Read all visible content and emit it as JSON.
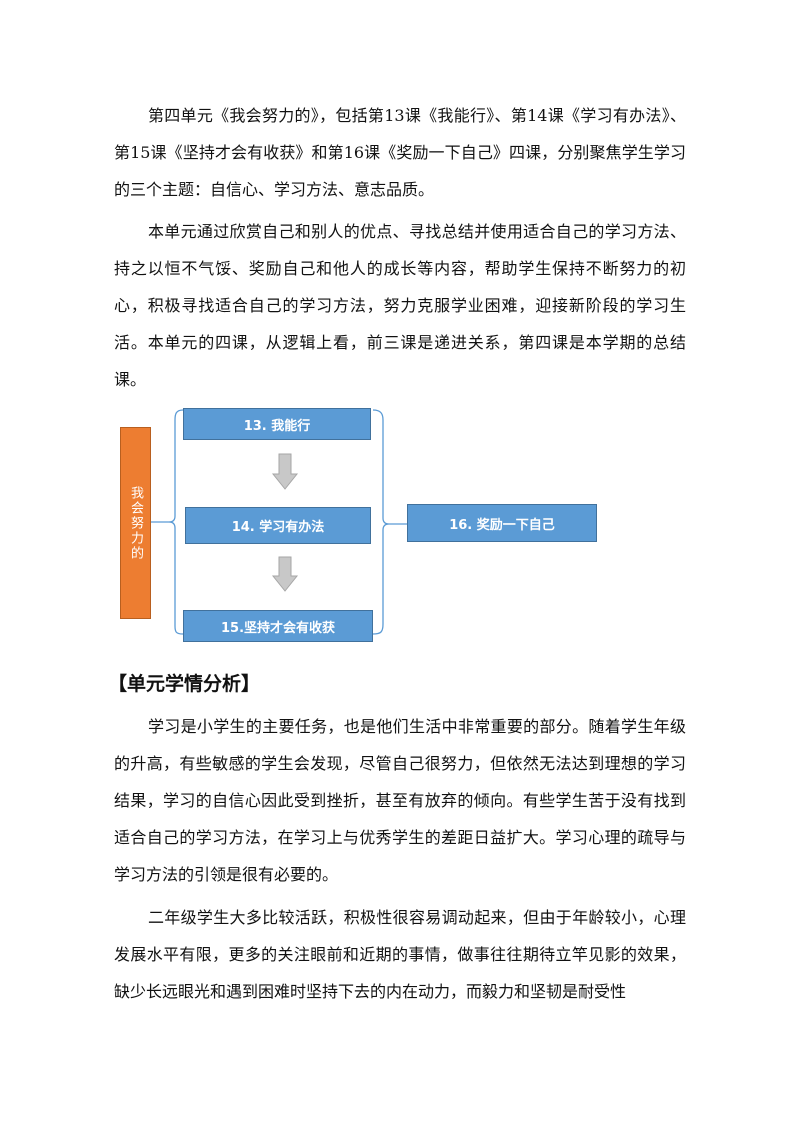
{
  "paragraphs": {
    "p1": "第四单元《我会努力的》，包括第13课《我能行》、第14课《学习有办法》、第15课《坚持才会有收获》和第16课《奖励一下自己》四课，分别聚焦学生学习的三个主题：自信心、学习方法、意志品质。",
    "p2": "本单元通过欣赏自己和别人的优点、寻找总结并使用适合自己的学习方法、持之以恒不气馁、奖励自己和他人的成长等内容，帮助学生保持不断努力的初心，积极寻找适合自己的学习方法，努力克服学业困难，迎接新阶段的学习生活。本单元的四课，从逻辑上看，前三课是递进关系，第四课是本学期的总结课。",
    "p3": "学习是小学生的主要任务，也是他们生活中非常重要的部分。随着学生年级的升高，有些敏感的学生会发现，尽管自己很努力，但依然无法达到理想的学习结果，学习的自信心因此受到挫折，甚至有放弃的倾向。有些学生苦于没有找到适合自己的学习方法，在学习上与优秀学生的差距日益扩大。学习心理的疏导与学习方法的引领是很有必要的。",
    "p4": "二年级学生大多比较活跃，积极性很容易调动起来，但由于年龄较小，心理发展水平有限，更多的关注眼前和近期的事情，做事往往期待立竿见影的效果，缺少长远眼光和遇到困难时坚持下去的内在动力，而毅力和坚韧是耐受性"
  },
  "diagram": {
    "unit_label": "我会努力的",
    "lesson_13": "13. 我能行",
    "lesson_14": "14. 学习有办法",
    "lesson_15": "15.坚持才会有收获",
    "lesson_16": "16. 奖励一下自己",
    "colors": {
      "unit_box": "#ed7d31",
      "lesson_box": "#5b9bd5",
      "arrow": "#bfbfbf",
      "bracket": "#5b9bd5"
    }
  },
  "section": {
    "heading": "【单元学情分析】"
  }
}
